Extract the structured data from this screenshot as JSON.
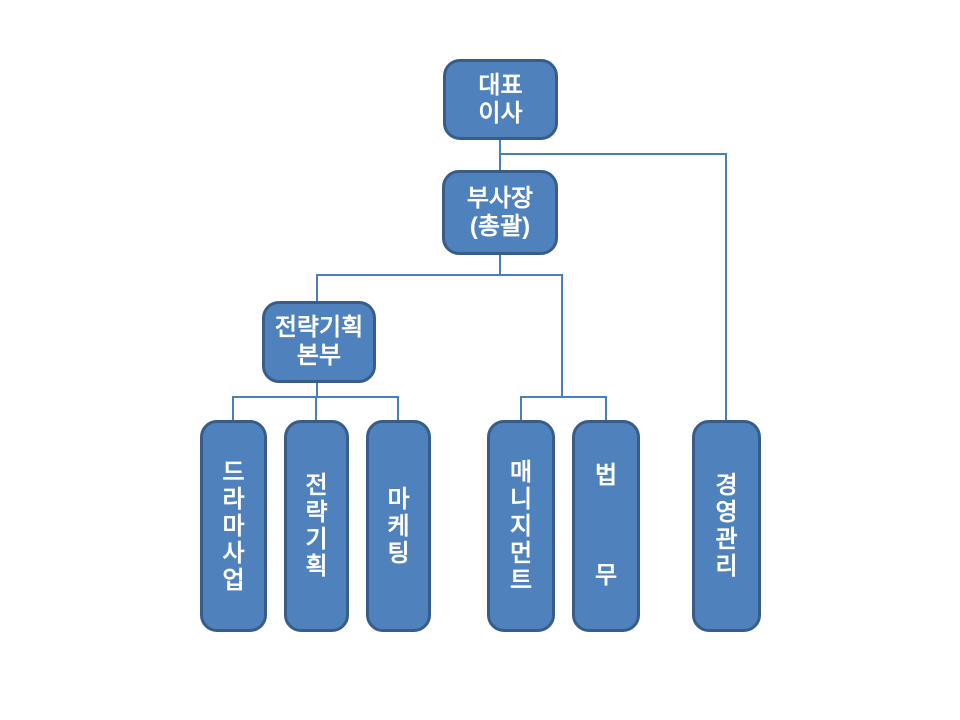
{
  "colors": {
    "node-fill": "#4f81bd",
    "node-border": "#385d8a",
    "connector": "#4a7ebb",
    "text": "#ffffff",
    "background": "#ffffff"
  },
  "nodes": {
    "ceo": {
      "name": "대표이사",
      "label": "대표\n이사"
    },
    "vp": {
      "name": "부사장(총괄)",
      "label": "부사장\n(총괄)"
    },
    "hq": {
      "name": "전략기획본부",
      "label": "전략기획\n본부"
    },
    "drama": {
      "name": "드라마사업",
      "label": "드\n라\n마\n사\n업"
    },
    "strategy": {
      "name": "전략기획",
      "label": "전\n략\n기\n획"
    },
    "marketing": {
      "name": "마케팅",
      "label": "마\n케\n팅"
    },
    "management": {
      "name": "매니지먼트",
      "label": "매\n니\n지\n먼\n트"
    },
    "legal": {
      "name": "법무",
      "label": "법\n\n무"
    },
    "admin": {
      "name": "경영관리",
      "label": "경\n영\n관\n리"
    }
  },
  "edges": [
    {
      "from": "대표이사",
      "to": "부사장(총괄)"
    },
    {
      "from": "대표이사",
      "to": "경영관리"
    },
    {
      "from": "부사장(총괄)",
      "to": "전략기획본부"
    },
    {
      "from": "부사장(총괄)",
      "to": "매니지먼트"
    },
    {
      "from": "부사장(총괄)",
      "to": "법무"
    },
    {
      "from": "전략기획본부",
      "to": "드라마사업"
    },
    {
      "from": "전략기획본부",
      "to": "전략기획"
    },
    {
      "from": "전략기획본부",
      "to": "마케팅"
    }
  ]
}
